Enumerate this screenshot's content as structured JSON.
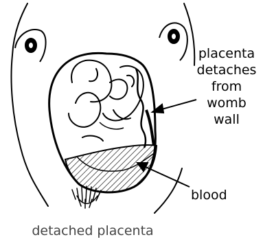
{
  "labels": {
    "placenta_line1": "placenta",
    "placenta_line2": "detaches",
    "placenta_line3": "from",
    "placenta_line4": "womb",
    "placenta_line5": "wall",
    "blood": "blood"
  },
  "caption": "detached placenta"
}
